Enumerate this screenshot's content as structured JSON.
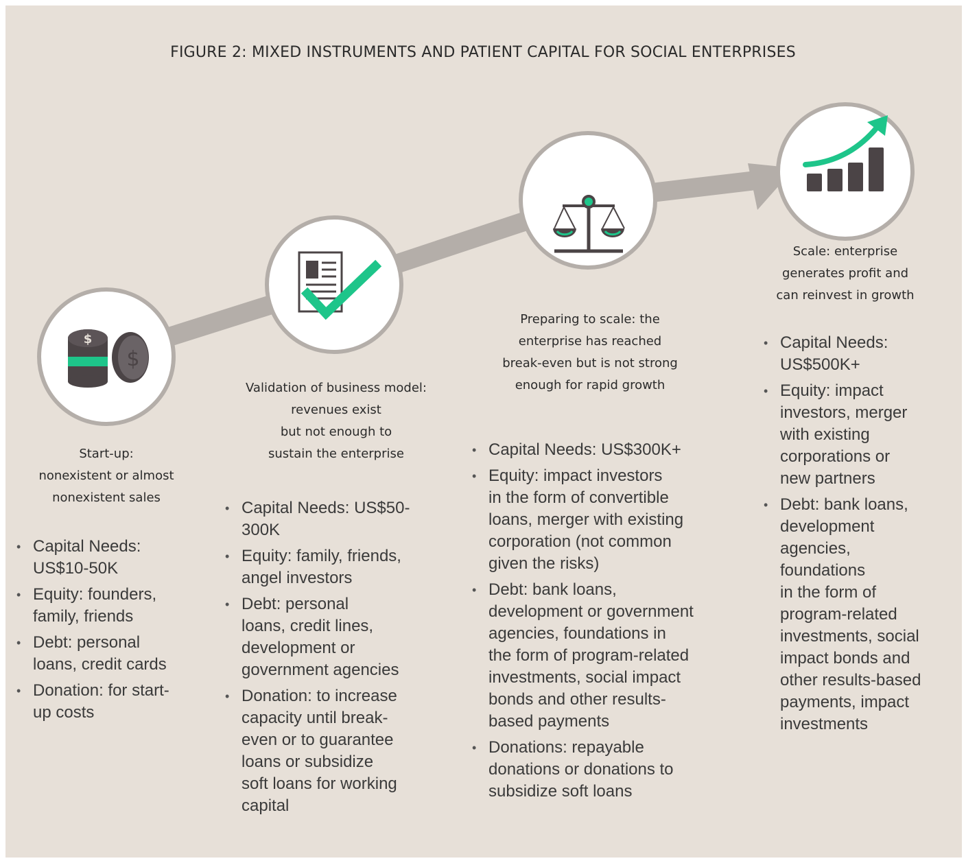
{
  "title": "FIGURE 2: MIXED INSTRUMENTS AND PATIENT CAPITAL FOR SOCIAL ENTERPRISES",
  "colors": {
    "background": "#e7e0d8",
    "accent": "#1ec58a",
    "icon_dark": "#4b4446",
    "path": "#b4aea9"
  },
  "stages": [
    {
      "icon": "coins-icon",
      "caption": [
        "Start-up:",
        "nonexistent or almost",
        "nonexistent sales"
      ],
      "bullets": [
        [
          "Capital Needs:",
          "US$10-50K"
        ],
        [
          "Equity: founders,",
          "family, friends"
        ],
        [
          "Debt: personal",
          "loans, credit cards"
        ],
        [
          "Donation: for start-",
          "up costs"
        ]
      ]
    },
    {
      "icon": "document-check-icon",
      "caption": [
        "Validation of business model:",
        "revenues exist",
        "but not enough to",
        "sustain the enterprise"
      ],
      "bullets": [
        [
          "Capital Needs: US$50-",
          "300K"
        ],
        [
          "Equity: family, friends,",
          "angel investors"
        ],
        [
          "Debt: personal",
          "loans, credit lines,",
          "development or",
          "government agencies"
        ],
        [
          "Donation: to increase",
          "capacity until break-",
          "even or to guarantee",
          "loans or subsidize",
          "soft loans for working",
          "capital"
        ]
      ]
    },
    {
      "icon": "balance-scale-icon",
      "caption": [
        "Preparing to scale: the",
        "enterprise has reached",
        "break-even but is not strong",
        "enough for rapid growth"
      ],
      "bullets": [
        [
          "Capital Needs: US$300K+"
        ],
        [
          "Equity: impact investors",
          "in the form of convertible",
          "loans, merger with existing",
          "corporation (not common",
          "given the risks)"
        ],
        [
          "Debt: bank loans,",
          "development or government",
          "agencies, foundations in",
          "the form of program-related",
          "investments, social impact",
          "bonds and other results-",
          "based payments"
        ],
        [
          "Donations: repayable",
          "donations or donations to",
          "subsidize soft loans"
        ]
      ]
    },
    {
      "icon": "growth-chart-icon",
      "caption": [
        "Scale: enterprise",
        "generates profit and",
        "can reinvest in growth"
      ],
      "bullets": [
        [
          "Capital Needs:",
          "US$500K+"
        ],
        [
          "Equity: impact",
          "investors, merger",
          "with existing",
          "corporations or",
          "new partners"
        ],
        [
          "Debt: bank loans,",
          "development",
          "agencies,",
          "foundations",
          "in the form of",
          "program-related",
          "investments, social",
          "impact bonds and",
          "other results-based",
          "payments, impact",
          "investments"
        ]
      ]
    }
  ]
}
